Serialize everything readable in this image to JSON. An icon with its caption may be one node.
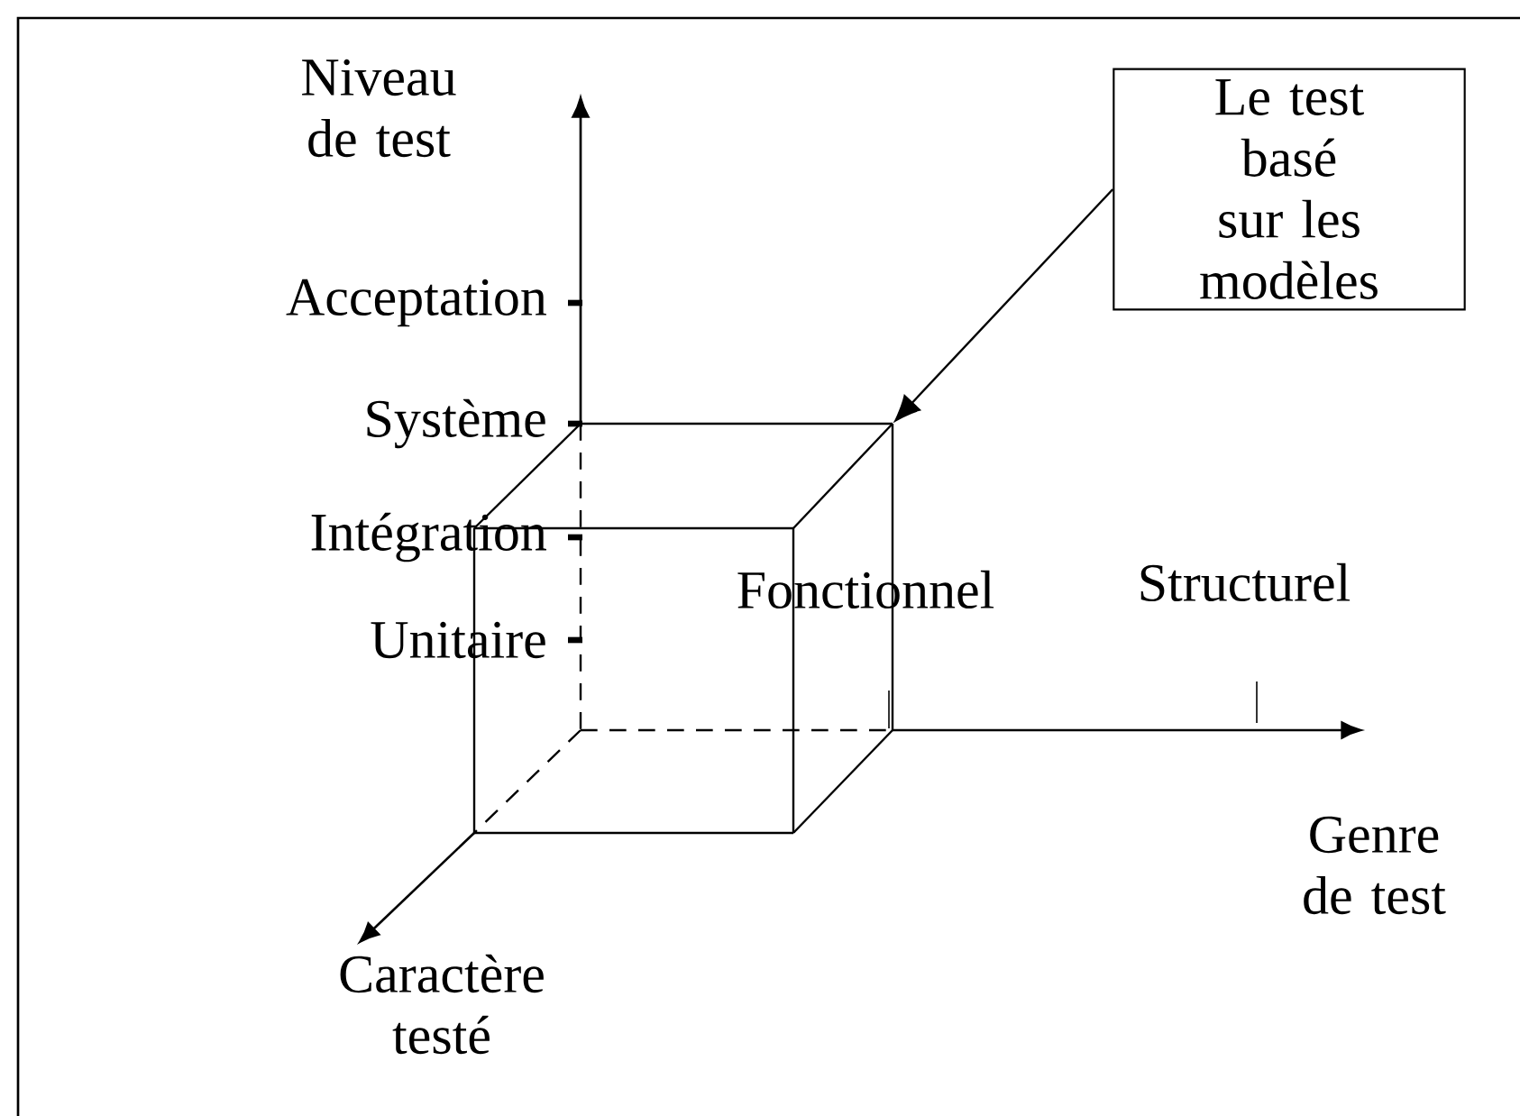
{
  "diagram": {
    "nodes": [
      {
        "text": [
          "Le test basé sur les modèles"
        ]
      },
      {
        "text": [],
        "shape": "box"
      }
    ],
    "edges": [
      {
        "from": 0,
        "to": 1,
        "arrow": "to"
      }
    ],
    "labels": [
      "Niveau de test",
      "Acceptation",
      "Système",
      "Intégration",
      "Unitaire",
      "Fonctionnel",
      "Structurel",
      "Genre de test",
      "Caractère testé"
    ]
  }
}
